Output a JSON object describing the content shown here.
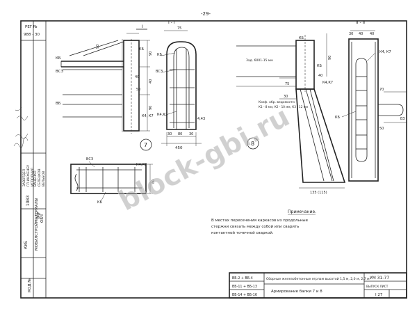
{
  "sheet": {
    "page_number": "-29-",
    "watermark": "block-gbi.ru",
    "view_labels": [
      "7",
      "8"
    ],
    "note_title": "Примечание.",
    "note_lines": [
      "В местах пересечения каркасов из продольные",
      "стержни связать между собой или сварить",
      "контактной точечной сваркой."
    ],
    "left_strip": {
      "top_labels": [
        "РЕГ №",
        "988 - 30"
      ],
      "org_lines": [
        "КУБ",
        "МОБИЛСТРОЙМАТЕРИАЛЫ",
        "ОБЧ"
      ],
      "year": "1983",
      "roles": [
        "ЗАВОТДЕЛ",
        "ГЛ.ИНЖЕНЕР",
        "ИСПОЛНИЛ"
      ],
      "surnames": [
        "ВАЦЕНКО",
        "СЕЛЕЦКОВ",
        "ВЕЛЬБОВ"
      ],
      "marks": [
        "М.Ф",
        "И.Б"
      ],
      "sheet_no": "КОД №"
    },
    "title_block": {
      "codes": [
        "ВБ-2 + ВБ-4",
        "ВБ-11 + ВБ-13",
        "ВБ-14 + ВБ-16"
      ],
      "title": "Сборные железобетонные ягрлам высотой 1,5 м, 2,0 м, 2,7 м",
      "subtitle": "Армирование балки 7 и 8",
      "series": "УМ 31-77",
      "sheet_label": "ВЫПУСК  ЛИСТ",
      "sheet_values": "I     27"
    },
    "views": {
      "view1": {
        "top_mark": "I",
        "labels": [
          "КБ",
          "ВСЗ",
          "ВБ",
          "КБ",
          "40",
          "50",
          "К4, К7"
        ],
        "dims": [
          "90",
          "90",
          "40",
          "90"
        ]
      },
      "view2": {
        "section_mark": "I - I",
        "dims": [
          "75",
          "450",
          "30",
          "80",
          "30"
        ],
        "labels": [
          "КБ",
          "ВСЗ",
          "К4,К7",
          "4,43"
        ]
      },
      "view3": {
        "labels": [
          "ВСЗ",
          "К4,К7",
          "КБ"
        ],
        "dims": [
          "60"
        ]
      },
      "view4": {
        "spec": [
          "Зад. 6001-15 мм",
          "Коэф. обр. ведомости",
          "К1 - 8 мм, К2 - 10 мм, К3 - 12 мм"
        ],
        "labels": [
          "КБ",
          "40",
          "КБ",
          "К4,К7"
        ],
        "dims": [
          "75",
          "135 (115)",
          "30",
          "90"
        ]
      },
      "view5": {
        "section_mark": "II - II",
        "dims": [
          "30",
          "40",
          "40",
          "70",
          "50"
        ],
        "labels": [
          "К4, К7",
          "КБ",
          "ВЗ"
        ]
      }
    }
  }
}
